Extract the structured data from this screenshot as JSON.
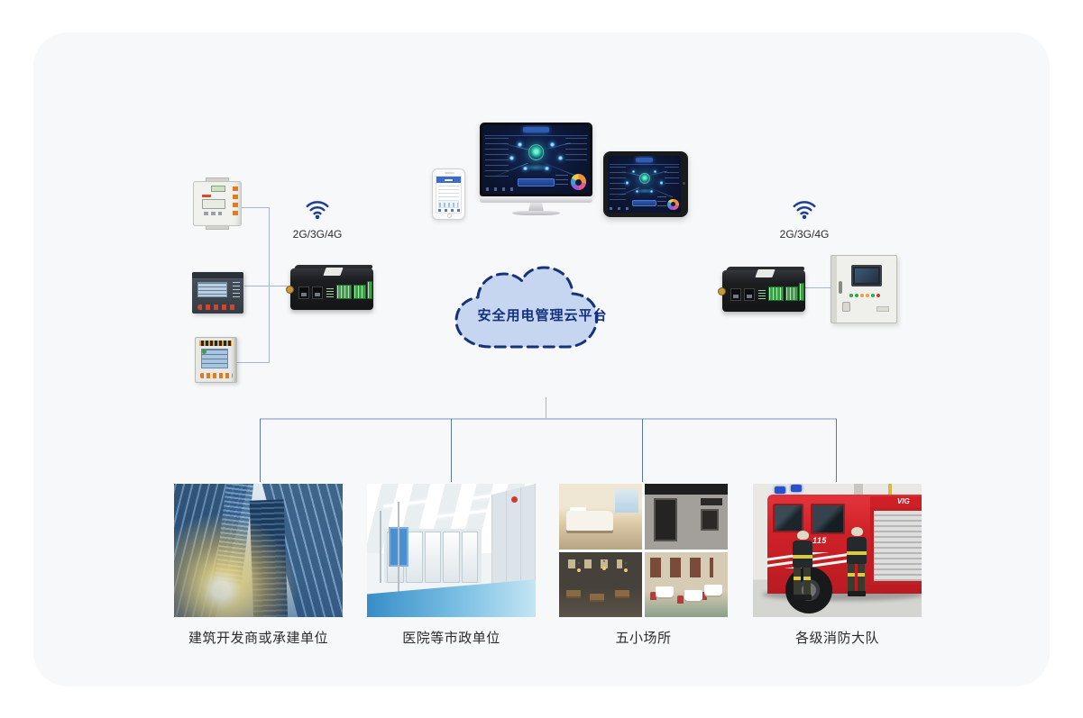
{
  "cloud": {
    "label": "安全用电管理云平台"
  },
  "network": {
    "left": {
      "label": "2G/3G/4G"
    },
    "right": {
      "label": "2G/3G/4G"
    }
  },
  "sectors": [
    {
      "label": "建筑开发商或承建单位"
    },
    {
      "label": "医院等市政单位"
    },
    {
      "label": "五小场所"
    },
    {
      "label": "各级消防大队"
    }
  ],
  "photos": {
    "fire_truck": {
      "door_text": "115",
      "body_text": "VIG"
    }
  },
  "devices": {
    "field_side": [
      "din-rail-energy-meter",
      "panel-power-meter",
      "square-multifunction-meter",
      "4g-gateway"
    ],
    "station_side": [
      "4g-gateway",
      "fire-control-cabinet"
    ],
    "terminals": [
      "smartphone",
      "desktop-monitor",
      "tablet"
    ]
  },
  "icons": {
    "wifi": "wifi-icon"
  },
  "colors": {
    "card_bg": "#f7f8f9",
    "cloud_fill": "#c7d6f0",
    "cloud_border": "#16337a",
    "wifi_blue": "#1d3e91",
    "connector": "#5a77a3",
    "fire_red": "#cf2027"
  }
}
